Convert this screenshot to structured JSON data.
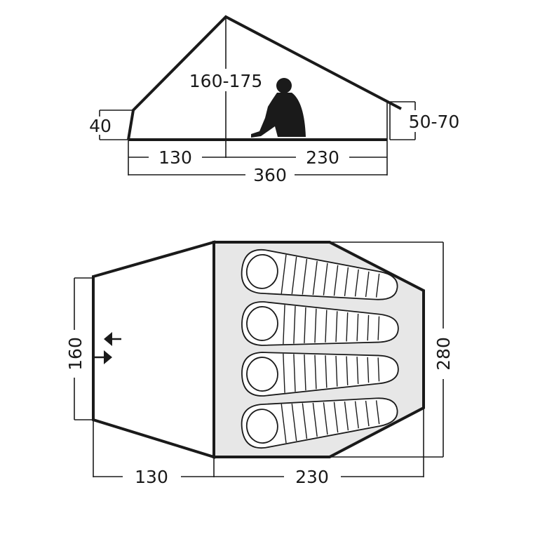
{
  "side_view": {
    "peak_height": "160-175",
    "front_wall_height": "40",
    "rear_wall_height": "50-70",
    "vestibule_length": "130",
    "inner_length": "230",
    "total_length": "360"
  },
  "floor_plan": {
    "vestibule_width": "160",
    "inner_width": "280",
    "vestibule_length": "130",
    "inner_length": "230",
    "sleeping_bag_count": 4
  }
}
